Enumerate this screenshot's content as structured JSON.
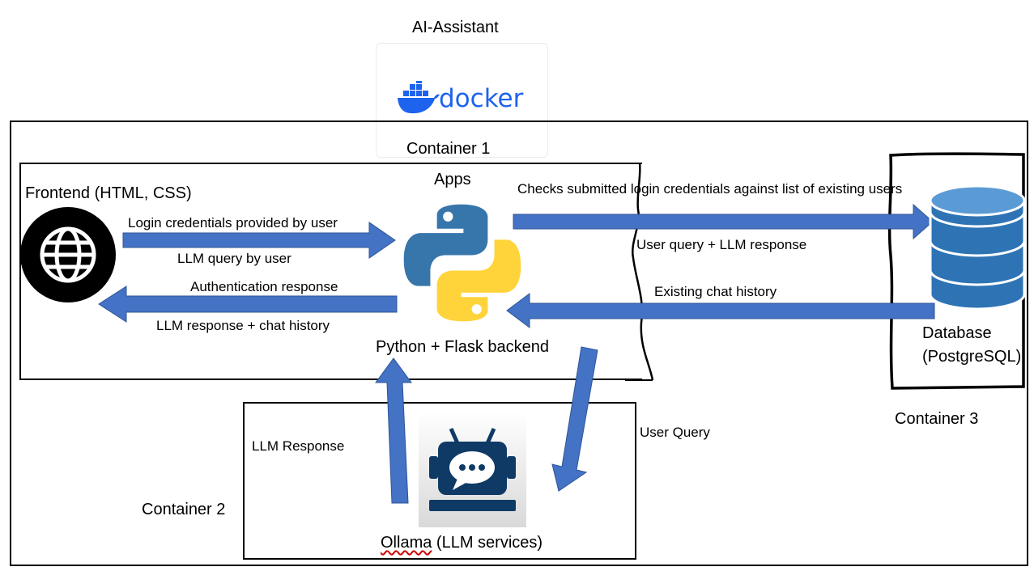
{
  "title": "AI-Assistant",
  "docker": {
    "logo_text": "docker"
  },
  "containers": {
    "c1": "Container 1",
    "c2": "Container 2",
    "c3": "Container 3"
  },
  "frontend": {
    "label": "Frontend (HTML, CSS)",
    "icon": "globe-icon"
  },
  "apps": {
    "label": "Apps",
    "icon": "python-icon"
  },
  "backend": {
    "label": "Python + Flask backend"
  },
  "database": {
    "label_line1": "Database",
    "label_line2": "(PostgreSQL)",
    "icon": "database-icon"
  },
  "ollama": {
    "label_prefix": "Ollama",
    "label_suffix": " (LLM services)",
    "icon": "robot-chat-icon"
  },
  "flows": {
    "login_credentials": "Login credentials provided by user",
    "llm_query": "LLM query by user",
    "auth_response": "Authentication response",
    "llm_response_history": "LLM response + chat history",
    "checks_credentials": "Checks submitted login credentials against list of existing users",
    "user_query_llm_response": "User query + LLM response",
    "existing_history": "Existing chat history",
    "llm_response": "LLM Response",
    "user_query": "User Query"
  },
  "colors": {
    "arrow": "#4472C4",
    "python_blue": "#3776AB",
    "python_yellow": "#FFD43B",
    "docker_blue": "#1D63ED",
    "db_blue": "#2E74B5",
    "robot_navy": "#0F3A66"
  }
}
